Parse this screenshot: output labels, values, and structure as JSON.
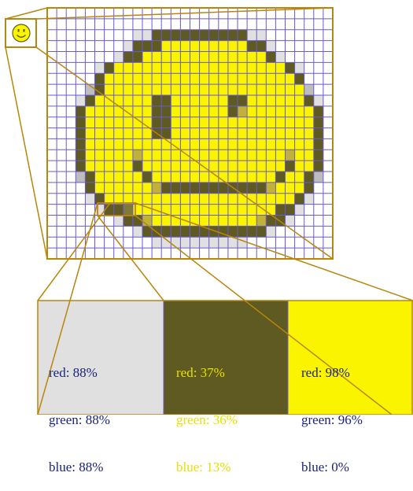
{
  "diagram": {
    "colors": {
      "frame": "#b8860b",
      "grid_line": "#6a5acd",
      "background": "#ffffff"
    },
    "pixel_palette": {
      "W": "#ffffff",
      "L": "#e0e0e0",
      "M": "#bdbdbd",
      "D": "#5e5a22",
      "G": "#7d7a3a",
      "O": "#bfb13a",
      "y": "#d9cf1a",
      "Y": "#faf400"
    },
    "pixel_rows": [
      "WWWWWWWWWWWWWWWWWWWWWWWWWWWWWW",
      "WWWWWWWWWWWWWWWWWWWWWWWWWWWWWW",
      "WWWWWWWWWLLDDDDDDDDDDLLWWWWWWW",
      "WWWWWWWWLDDDYYYYYYYYYDDLWWWWWW",
      "WWWWWWWLDDYYYYYYYYYYYYYDLWWWWW",
      "WWWWWLDYYYYYYYYYYYYYYYYYYDLWWW",
      "WWWWWDYYYYYYYYYYYYYYYYYYYYDWWW",
      "WWWWMDYYYYYYYYYYYYYYYYYYYYYMWW",
      "WWWLDYYYYYYDDYYYYYYDDYYYYYYDLW",
      "WWWDYYYYYYYDDYYYYYYDOYYYYYYYDW",
      "WWWDYYYYYYYDDYYYYYYYYYYYYYYYDW",
      "WWWDYYYYYYYDDYYYYYYYYYYYYYYYDW",
      "WWWDYYYYYYYYYYYYYYYYYYYYYYYYDW",
      "WWWDYYYYYOYYYYYYYYYYYYYYYOYYDW",
      "WWWDYYYYYDYYYYYYYYYYYYYYYDYYDW",
      "WWWMDYYYYYDYYYYYYYYYYYYYDYYDMW",
      "WWWWDYYYYYYODDDDDDDDDDDOYYYDWW",
      "WWWWLDYYYYYYYYYYYYYYYYYYYYDLWW",
      "WWWWWLDDGYYYYYYYYYYYYYYYDDLWWW",
      "WWWWWWWLDDOYYYYYYYYYYYODDLWWWW",
      "WWWWWWWWWLDDDDDDDDDDDDDLWWWWWW",
      "WWWWWWWWWWWLLLLLLLLLLWWWWWWWWW",
      "WWWWWWWWWWWWWWWWWWWWWWWWWWWWWW"
    ],
    "swatches": [
      {
        "color": "#e0e0e0",
        "red": "red: 88%",
        "green": "green: 88%",
        "blue": "blue: 88%"
      },
      {
        "color": "#5e5a22",
        "red": "red: 37%",
        "green": "green: 36%",
        "blue": "blue: 13%"
      },
      {
        "color": "#faf400",
        "red": "red: 98%",
        "green": "green: 96%",
        "blue": "blue: 0%"
      }
    ]
  }
}
